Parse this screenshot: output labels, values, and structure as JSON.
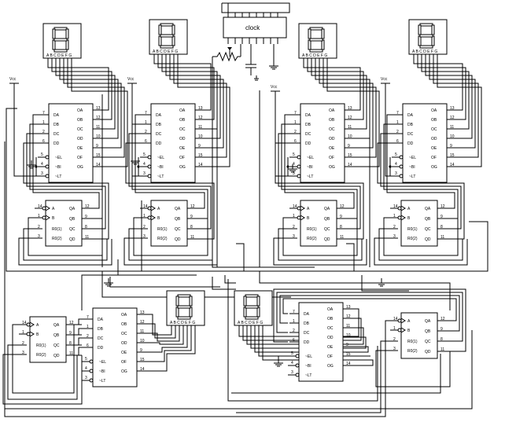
{
  "clock_label": "clock",
  "vcc_label": "Vcc",
  "segment_letters": "A B C D E F G",
  "decoder": {
    "inputs": [
      "DA",
      "DB",
      "DC",
      "DD"
    ],
    "outputs": [
      "OA",
      "OB",
      "OC",
      "OD",
      "OE",
      "OF",
      "OG"
    ],
    "controls": [
      "~EL",
      "~BI",
      "~LT"
    ],
    "input_pins": [
      "7",
      "1",
      "2",
      "6"
    ],
    "output_pins": [
      "13",
      "12",
      "11",
      "10",
      "9",
      "15",
      "14"
    ],
    "control_pins": [
      "5",
      "4",
      "3"
    ]
  },
  "counter": {
    "inputs": [
      "A",
      "B",
      "R0(1)",
      "R0(2)"
    ],
    "outputs": [
      "QA",
      "QB",
      "QC",
      "QD"
    ],
    "input_pins": [
      "14",
      "1",
      "2",
      "3"
    ],
    "output_pins": [
      "12",
      "9",
      "8",
      "11"
    ]
  }
}
